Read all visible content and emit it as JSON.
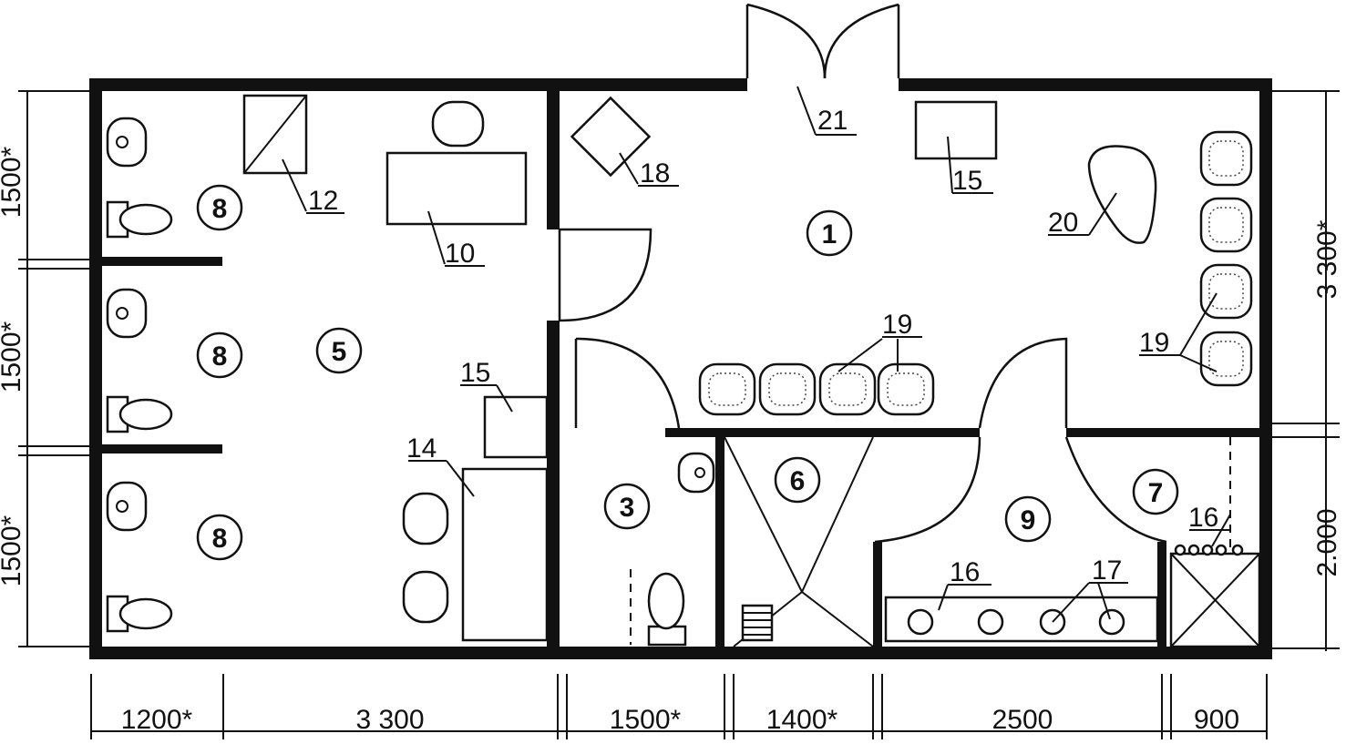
{
  "rooms": {
    "r1": "1",
    "r3": "3",
    "r5": "5",
    "r6": "6",
    "r7": "7",
    "r8a": "8",
    "r8b": "8",
    "r8c": "8",
    "r9": "9"
  },
  "items": {
    "i10": "10",
    "i12": "12",
    "i14": "14",
    "i15a": "15",
    "i15b": "15",
    "i16a": "16",
    "i16b": "16",
    "i17": "17",
    "i18": "18",
    "i19a": "19",
    "i19b": "19",
    "i20": "20",
    "i21": "21"
  },
  "dimensions": {
    "bottom": [
      "1200*",
      "3 300",
      "1500*",
      "1400*",
      "2500",
      "900"
    ],
    "left": [
      "1500*",
      "1500*",
      "1500*"
    ],
    "right": [
      "3 300*",
      "2.000"
    ]
  },
  "colors": {
    "ink": "#111111",
    "paper": "#ffffff"
  }
}
